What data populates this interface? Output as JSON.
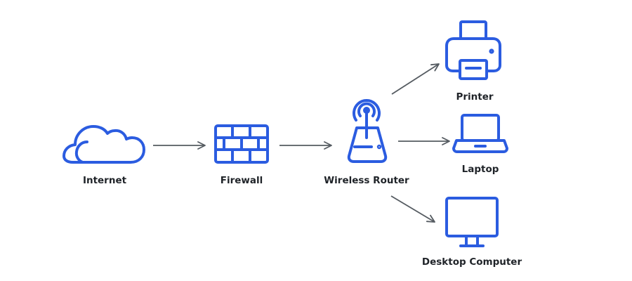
{
  "colors": {
    "icon": "#2b5ce0",
    "arrow": "#555b61",
    "text": "#1f2328",
    "background": "#ffffff"
  },
  "nodes": {
    "internet": {
      "label": "Internet",
      "icon": "cloud-icon"
    },
    "firewall": {
      "label": "Firewall",
      "icon": "brick-wall-icon"
    },
    "router": {
      "label": "Wireless Router",
      "icon": "wireless-router-icon"
    },
    "printer": {
      "label": "Printer",
      "icon": "printer-icon"
    },
    "laptop": {
      "label": "Laptop",
      "icon": "laptop-icon"
    },
    "desktop": {
      "label": "Desktop Computer",
      "icon": "desktop-monitor-icon"
    }
  },
  "edges": [
    {
      "from": "Internet",
      "to": "Firewall"
    },
    {
      "from": "Firewall",
      "to": "Wireless Router"
    },
    {
      "from": "Wireless Router",
      "to": "Printer"
    },
    {
      "from": "Wireless Router",
      "to": "Laptop"
    },
    {
      "from": "Wireless Router",
      "to": "Desktop Computer"
    }
  ]
}
